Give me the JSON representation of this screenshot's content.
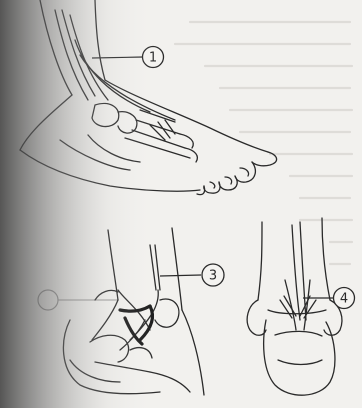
{
  "figure": {
    "callouts": [
      {
        "label": "1"
      },
      {
        "label": "3"
      },
      {
        "label": "4"
      }
    ],
    "colors": {
      "paper": "#f2f1ee",
      "ink": "#2a2a2a",
      "shadow": "#6a6a6a",
      "bleed_text": "#bdbbb6"
    }
  }
}
